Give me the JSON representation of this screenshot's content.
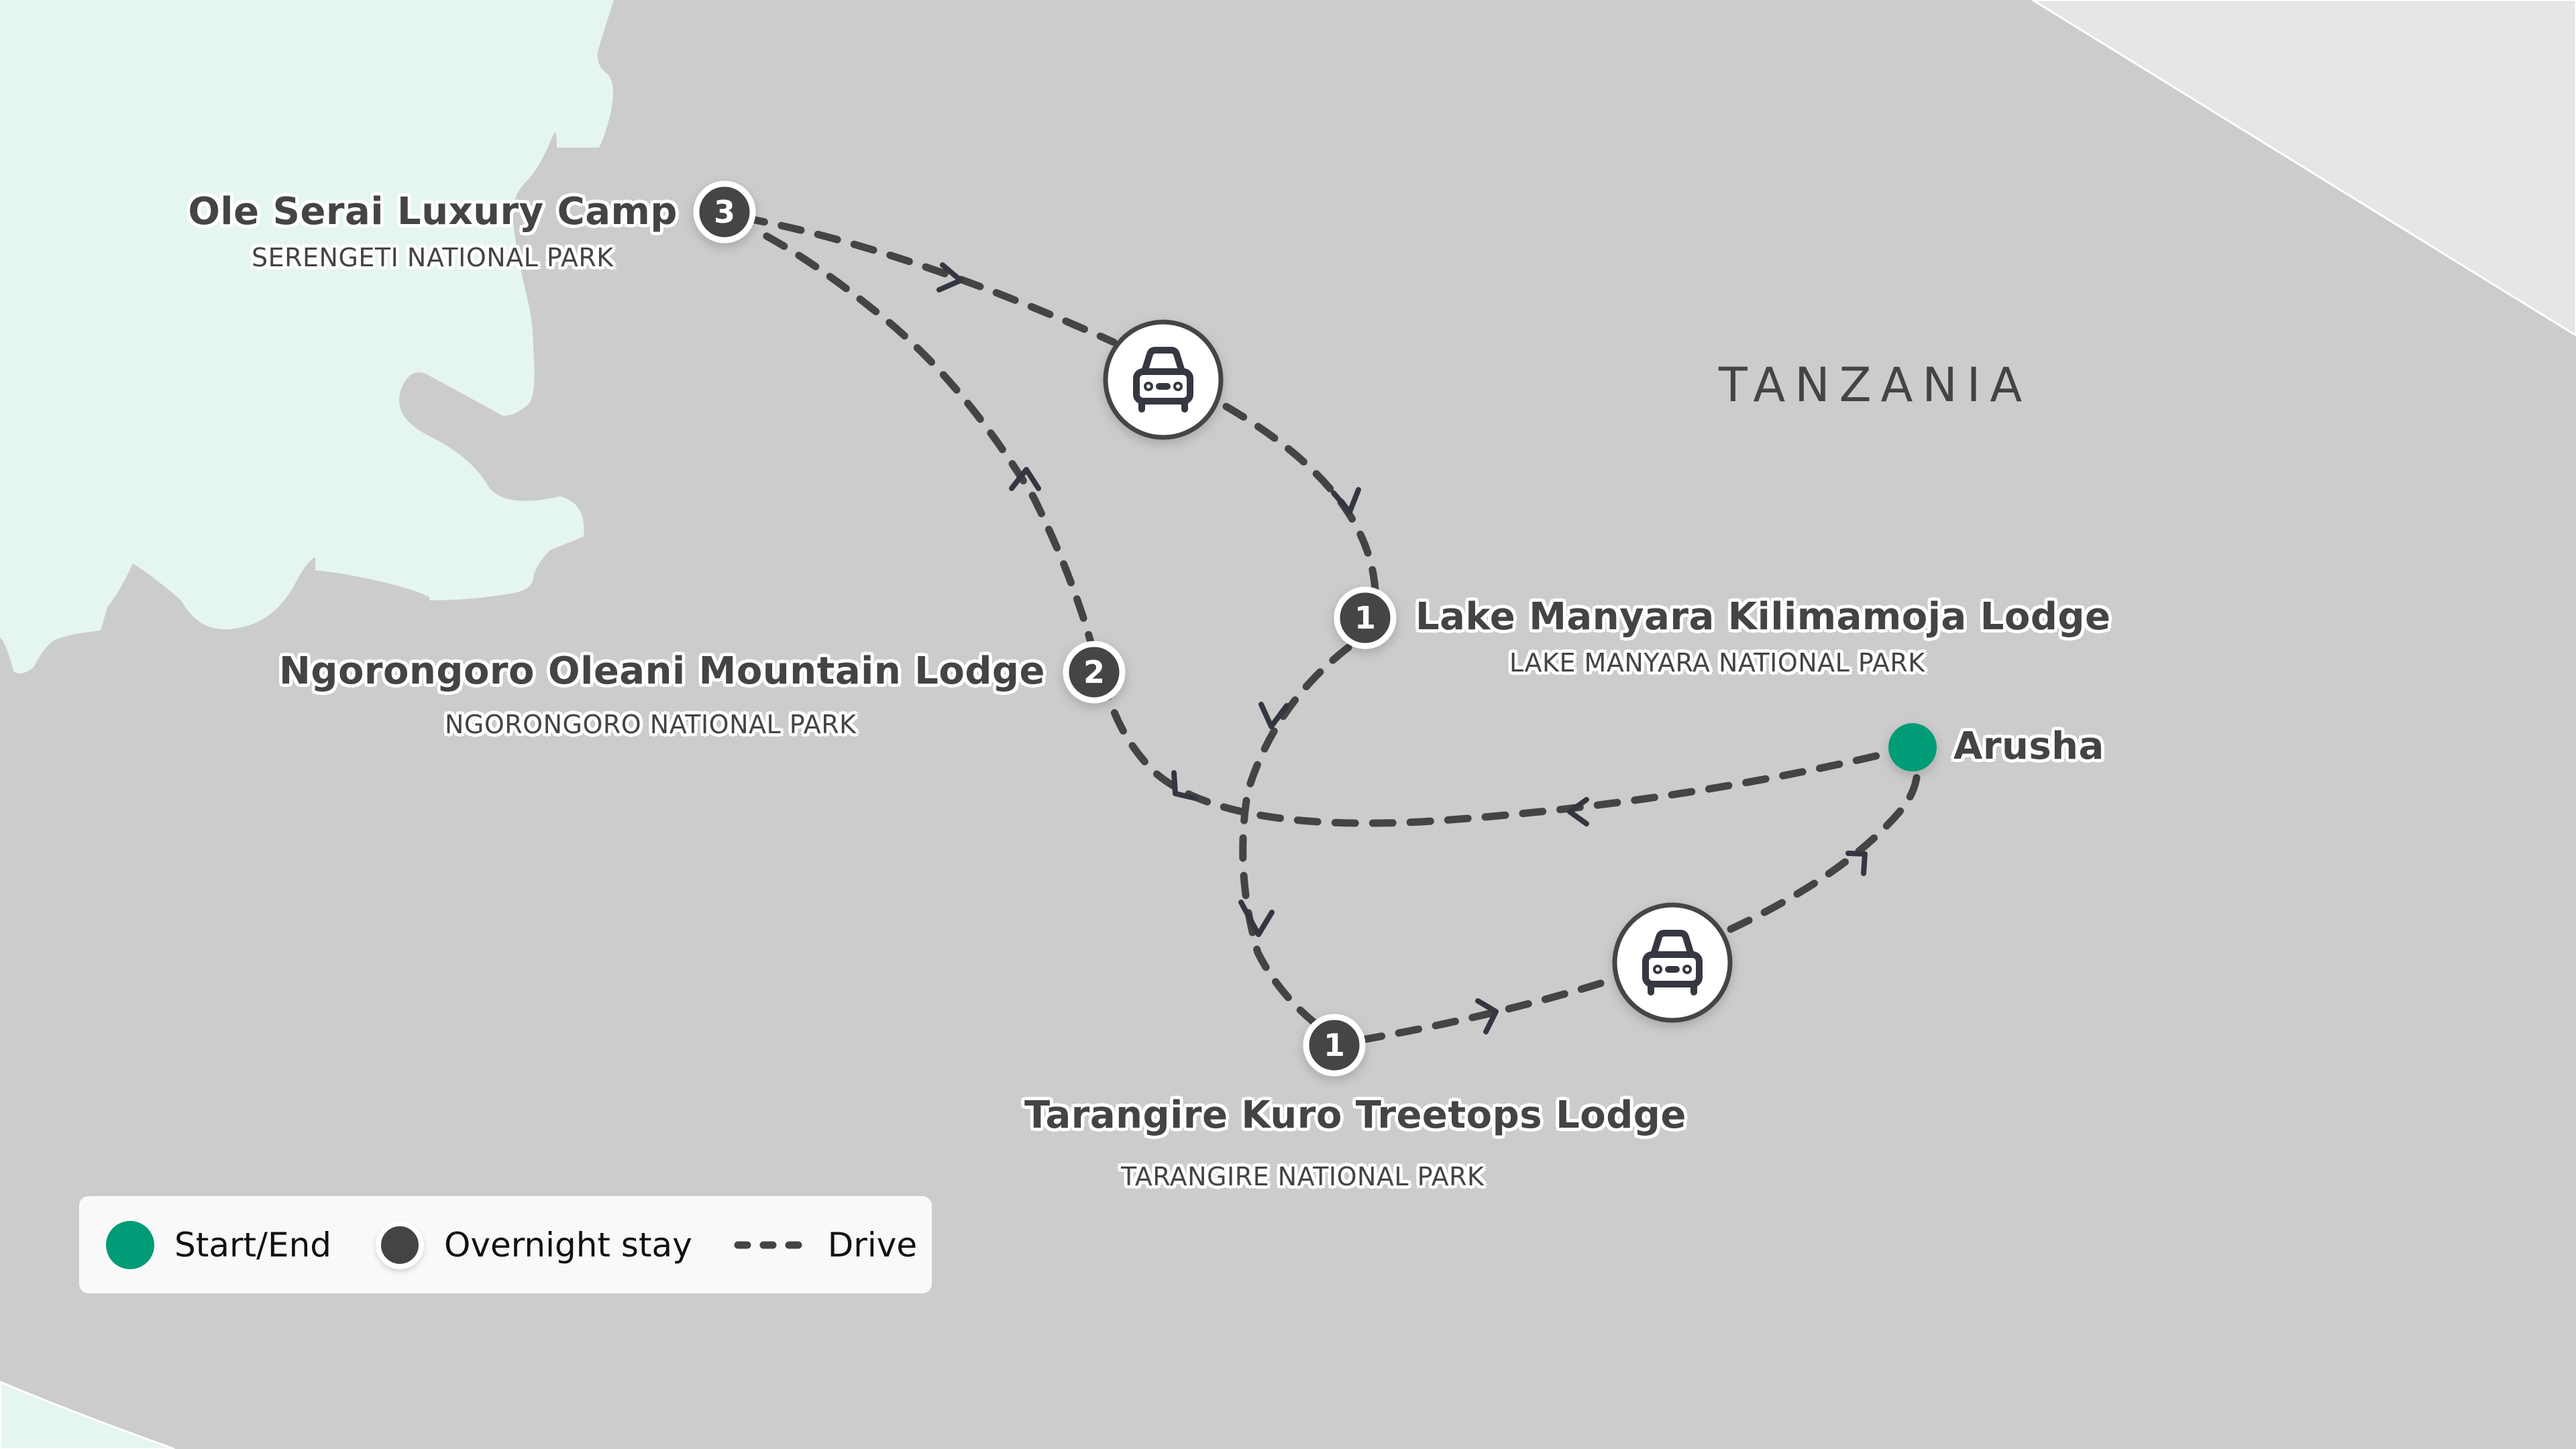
{
  "map": {
    "country_label": "TANZANIA",
    "colors": {
      "land": "#cccccc",
      "water": "#e5f5f2",
      "neighbor": "#e6e6e6",
      "route": "#444444",
      "start_end": "#009b77",
      "overnight": "#444444",
      "icon": "#343741"
    }
  },
  "stops": [
    {
      "name": "Arusha",
      "park": "",
      "type": "start_end",
      "badge": ""
    },
    {
      "name": "Tarangire Kuro Treetops Lodge",
      "park": "TARANGIRE NATIONAL PARK",
      "type": "overnight",
      "badge": "1"
    },
    {
      "name": "Lake Manyara Kilimamoja Lodge",
      "park": "LAKE MANYARA NATIONAL PARK",
      "type": "overnight",
      "badge": "1"
    },
    {
      "name": "Ole Serai Luxury Camp",
      "park": "SERENGETI NATIONAL PARK",
      "type": "overnight",
      "badge": "3"
    },
    {
      "name": "Ngorongoro Oleani Mountain Lodge",
      "park": "NGORONGORO NATIONAL PARK",
      "type": "overnight",
      "badge": "2"
    }
  ],
  "transport_icons": [
    {
      "icon": "car-icon",
      "mode": "Drive"
    },
    {
      "icon": "car-icon",
      "mode": "Drive"
    }
  ],
  "legend": {
    "start_end": "Start/End",
    "overnight": "Overnight stay",
    "drive": "Drive"
  }
}
